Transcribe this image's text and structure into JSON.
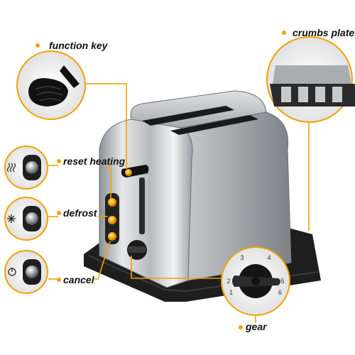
{
  "labels": {
    "function_key": "function key",
    "crumbs_plate": "crumbs plate",
    "reset_heating": "reset heating",
    "defrost": "defrost",
    "cancel": "cancel",
    "gear": "gear"
  },
  "dial_numbers": [
    "1",
    "2",
    "3",
    "4",
    "5",
    "6"
  ],
  "colors": {
    "accent": "#f2a100",
    "steel": "#b9bcbf",
    "base": "#1e1e1e"
  },
  "icons": [
    "lever-icon",
    "crumbs-tray-icon",
    "heat-waves-icon",
    "snowflake-icon",
    "power-icon",
    "gear-dial-icon"
  ]
}
